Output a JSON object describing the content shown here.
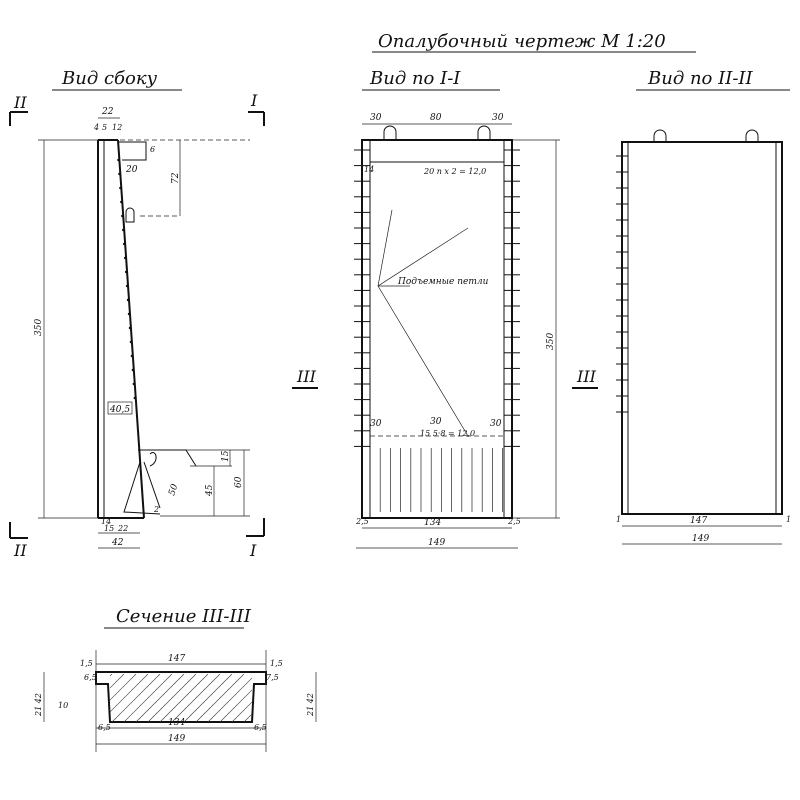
{
  "sheet": {
    "title": "Опалубочный чертеж   М 1:20",
    "views": {
      "side": {
        "title": "Вид сбоку"
      },
      "view_i": {
        "title": "Вид по I-I"
      },
      "view_ii": {
        "title": "Вид по II-II"
      },
      "section": {
        "title": "Сечение III-III"
      }
    },
    "section_marks": {
      "i": "I",
      "ii": "II",
      "iii": "III"
    }
  },
  "side_dims": {
    "h350": "350",
    "d22_top": "22",
    "d4": "4",
    "d5": "5",
    "d12": "12",
    "d6": "6",
    "d20": "20",
    "d72": "72",
    "d40_5": "40,5",
    "d15": "15",
    "d60": "60",
    "d45": "45",
    "d50": "50",
    "d2": "2",
    "d14": "14",
    "d15b": "15",
    "d22b": "22",
    "d42": "42"
  },
  "view_i_dims": {
    "d30a": "30",
    "d80": "80",
    "d30b": "30",
    "d14": "14",
    "spacing_top": "20 п х 2 = 12,0",
    "loops_label": "Подъемные петли",
    "d30c": "30",
    "d30d": "30",
    "d30e": "30",
    "spacing_bottom": "15 5·8 = 12,0",
    "h350": "350",
    "d2_5a": "2,5",
    "d134": "134",
    "d2_5b": "2,5",
    "d149": "149"
  },
  "view_ii_dims": {
    "d147": "147",
    "d1a": "1",
    "d1b": "1",
    "d149": "149"
  },
  "section_dims": {
    "d147": "147",
    "d1_5a": "1,5",
    "d1_5b": "1,5",
    "d6_5": "6,5",
    "d7_5": "7,5",
    "d21_42a": "21 42",
    "d21_42b": "21 42",
    "d10": "10",
    "d134": "134",
    "d6_5b": "6,5",
    "d6_5c": "6,5",
    "d149": "149"
  }
}
